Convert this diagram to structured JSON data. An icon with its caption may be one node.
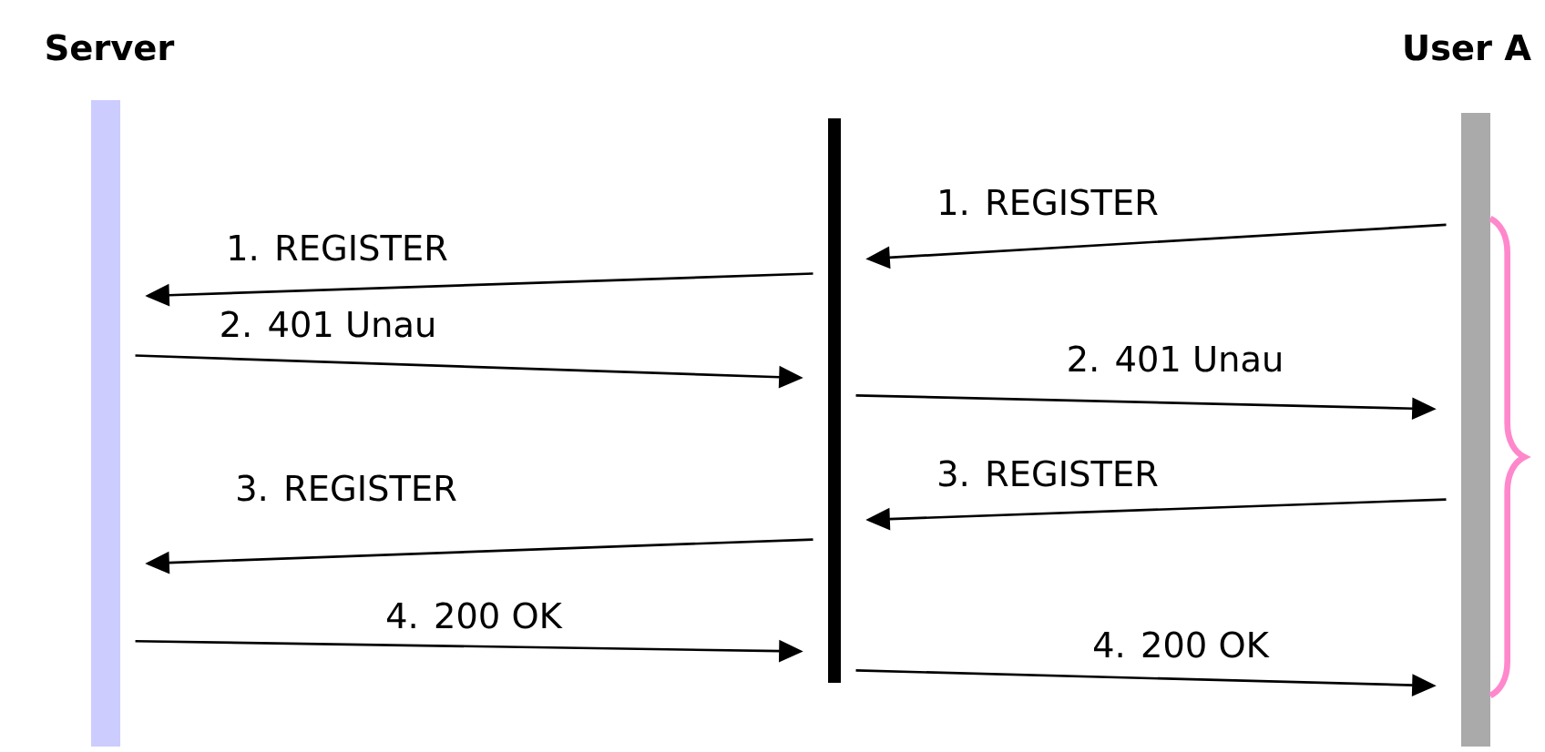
{
  "diagram": {
    "nodes": [
      {
        "text": [
          "Server"
        ]
      },
      {
        "text": [],
        "shape": "bar"
      },
      {
        "text": [
          "User A"
        ]
      }
    ],
    "edges": [
      {
        "from": 2,
        "to": 1,
        "arrow": "to",
        "label": "1. REGISTER"
      },
      {
        "from": 1,
        "to": 0,
        "arrow": "to",
        "label": "1. REGISTER"
      },
      {
        "from": 0,
        "to": 1,
        "arrow": "to",
        "label": "2. 401 Unau"
      },
      {
        "from": 1,
        "to": 2,
        "arrow": "to",
        "label": "2. 401 Unau"
      },
      {
        "from": 2,
        "to": 1,
        "arrow": "to",
        "label": "3. REGISTER"
      },
      {
        "from": 1,
        "to": 0,
        "arrow": "to",
        "label": "3. REGISTER"
      },
      {
        "from": 0,
        "to": 1,
        "arrow": "to",
        "label": "4. 200 OK"
      },
      {
        "from": 1,
        "to": 2,
        "arrow": "to",
        "label": "4. 200 OK"
      }
    ]
  }
}
